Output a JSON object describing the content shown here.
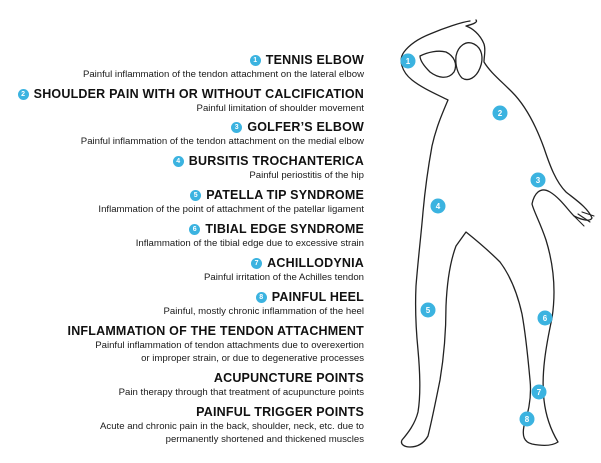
{
  "entries": [
    {
      "num": "1",
      "title": "TENNIS ELBOW",
      "desc": [
        "Painful inflammation of the tendon attachment on the lateral elbow"
      ]
    },
    {
      "num": "2",
      "title": "SHOULDER PAIN WITH OR WITHOUT CALCIFICATION",
      "desc": [
        "Painful limitation of shoulder movement"
      ]
    },
    {
      "num": "3",
      "title": "GOLFER’S ELBOW",
      "desc": [
        "Painful inflammation of the tendon attachment on the medial elbow"
      ]
    },
    {
      "num": "4",
      "title": "BURSITIS TROCHANTERICA",
      "desc": [
        "Painful periostitis of the hip"
      ]
    },
    {
      "num": "5",
      "title": "PATELLA TIP SYNDROME",
      "desc": [
        "Inflammation of the point of attachment of the patellar ligament"
      ]
    },
    {
      "num": "6",
      "title": "TIBIAL EDGE SYNDROME",
      "desc": [
        "Inflammation of the tibial edge due to excessive strain"
      ]
    },
    {
      "num": "7",
      "title": "ACHILLODYNIA",
      "desc": [
        "Painful irritation of the Achilles tendon"
      ]
    },
    {
      "num": "8",
      "title": "PAINFUL HEEL",
      "desc": [
        "Painful, mostly chronic inflammation of the heel"
      ]
    },
    {
      "num": "",
      "title": "INFLAMMATION OF THE TENDON ATTACHMENT",
      "desc": [
        "Painful inflammation of tendon attachments due to overexertion",
        "or improper strain, or due to degenerative processes"
      ]
    },
    {
      "num": "",
      "title": "ACUPUNCTURE POINTS",
      "desc": [
        "Pain therapy through that treatment of acupuncture points"
      ]
    },
    {
      "num": "",
      "title": "PAINFUL TRIGGER POINTS",
      "desc": [
        "Acute and chronic pain in the back, shoulder, neck, etc. due to",
        "permanently shortened and thickened muscles"
      ]
    }
  ],
  "markers": [
    "1",
    "2",
    "3",
    "4",
    "5",
    "6",
    "7",
    "8"
  ],
  "colors": {
    "marker": "#3bb3e0",
    "outline": "#222222",
    "text": "#1a1a1a"
  }
}
